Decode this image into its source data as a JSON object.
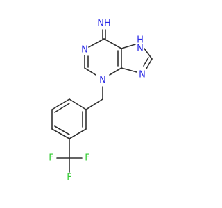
{
  "molecule": {
    "atoms": [
      {
        "id": "a_imine_N",
        "symbol": "NH",
        "element": "N"
      },
      {
        "id": "a_nh_ring",
        "symbol": "H",
        "element": "N",
        "sub": "N"
      },
      {
        "id": "a_n1",
        "symbol": "N",
        "element": "N"
      },
      {
        "id": "a_n3",
        "symbol": "N",
        "element": "N"
      },
      {
        "id": "a_n9",
        "symbol": "N",
        "element": "N"
      },
      {
        "id": "a_f_top",
        "symbol": "F",
        "element": "F"
      },
      {
        "id": "a_f_left",
        "symbol": "F",
        "element": "F"
      },
      {
        "id": "a_f_right",
        "symbol": "F",
        "element": "F"
      }
    ],
    "colors": {
      "nitrogen": "#2a2ae6",
      "fluorine": "#33cc33",
      "bond": "#303030"
    }
  }
}
